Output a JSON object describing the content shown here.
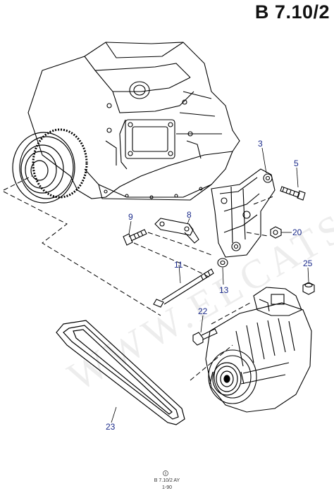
{
  "header": {
    "title": "B 7.10/2"
  },
  "watermark": "WWW.ELCATS.RU",
  "callouts": {
    "c3": "3",
    "c5": "5",
    "c8": "8",
    "c9": "9",
    "c11": "11",
    "c13": "13",
    "c20": "20",
    "c22": "22",
    "c23": "23",
    "c25": "25"
  },
  "footer": {
    "ref": "B 7.10/2 AY",
    "date": "1-90"
  },
  "colors": {
    "callout": "#1a2a8a",
    "line": "#000000"
  }
}
